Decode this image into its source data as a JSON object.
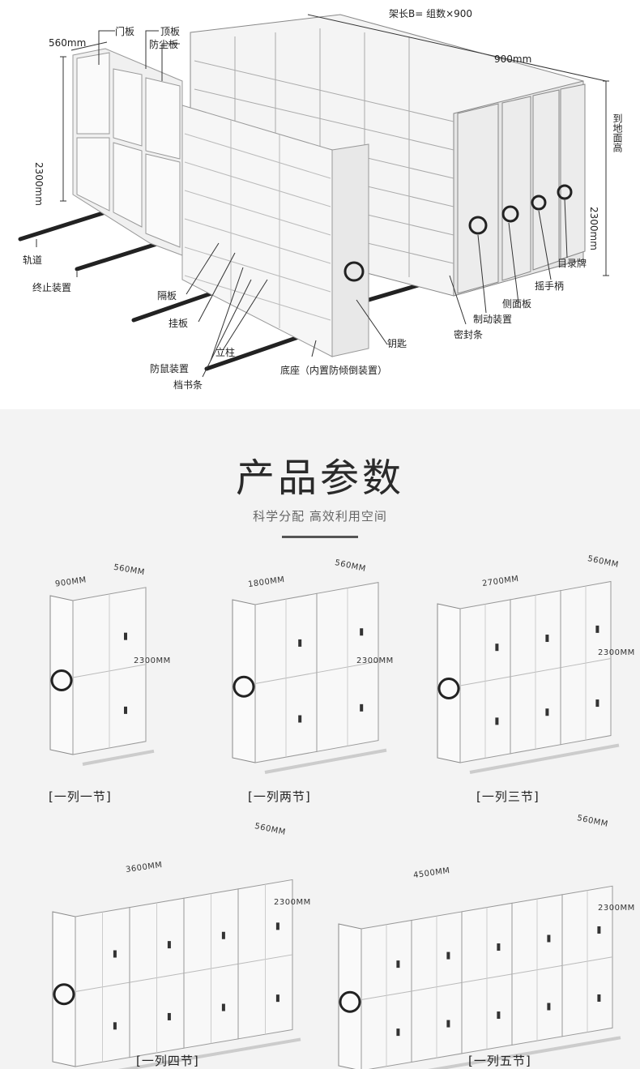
{
  "diagram": {
    "labels": {
      "width_formula": "架长B=   组数×900",
      "unit_width": "900mm",
      "depth": "560mm",
      "height_left": "2300mm",
      "height_right": "2300mm",
      "door": "门板",
      "top_panel": "顶板",
      "dust_panel": "防尘板",
      "to_floor": "到地面高",
      "track": "轨道",
      "stop_device": "终止装置",
      "shelf": "隔板",
      "hanging_board": "挂板",
      "anti_rat": "防鼠装置",
      "column": "立柱",
      "book_stop": "档书条",
      "base": "底座（内置防倾倒装置）",
      "key": "钥匙",
      "seal": "密封条",
      "brake": "制动装置",
      "side_panel": "侧面板",
      "handle": "摇手柄",
      "catalog_card": "目录牌"
    }
  },
  "section": {
    "title": "产品参数",
    "subtitle": "科学分配  高效利用空间"
  },
  "variants": [
    {
      "caption": "[一列一节]",
      "width": "900MM",
      "depth": "560MM",
      "height": "2300MM",
      "sections": 1
    },
    {
      "caption": "[一列两节]",
      "width": "1800MM",
      "depth": "560MM",
      "height": "2300MM",
      "sections": 2
    },
    {
      "caption": "[一列三节]",
      "width": "2700MM",
      "depth": "560MM",
      "height": "2300MM",
      "sections": 3
    },
    {
      "caption": "[一列四节]",
      "width": "3600MM",
      "depth": "560MM",
      "height": "2300MM",
      "sections": 4
    },
    {
      "caption": "[一列五节]",
      "width": "4500MM",
      "depth": "560MM",
      "height": "2300MM",
      "sections": 5
    }
  ]
}
